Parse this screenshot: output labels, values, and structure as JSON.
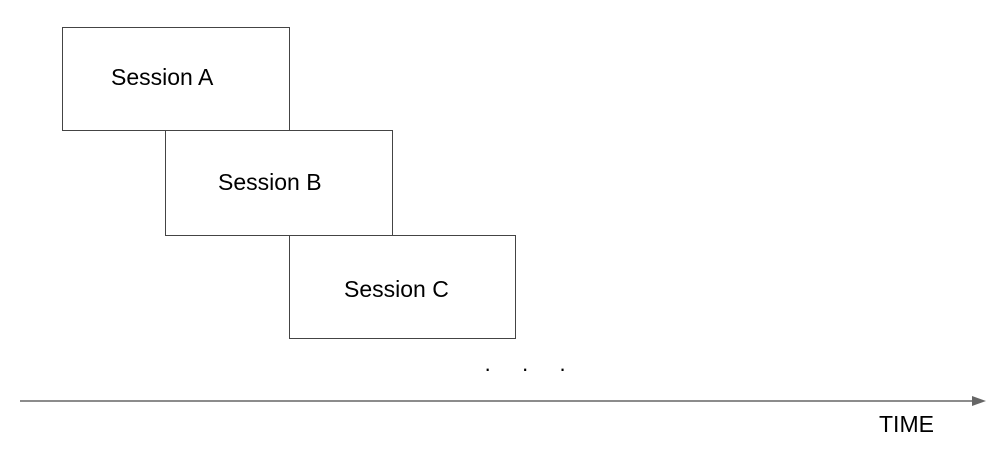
{
  "sessions": [
    {
      "label": "Session A"
    },
    {
      "label": "Session B"
    },
    {
      "label": "Session C"
    }
  ],
  "continuation": "· · ·",
  "axis": {
    "label": "TIME",
    "line_color": "#666666"
  },
  "colors": {
    "box_border": "#444444",
    "text": "#000000",
    "background": "#ffffff"
  }
}
